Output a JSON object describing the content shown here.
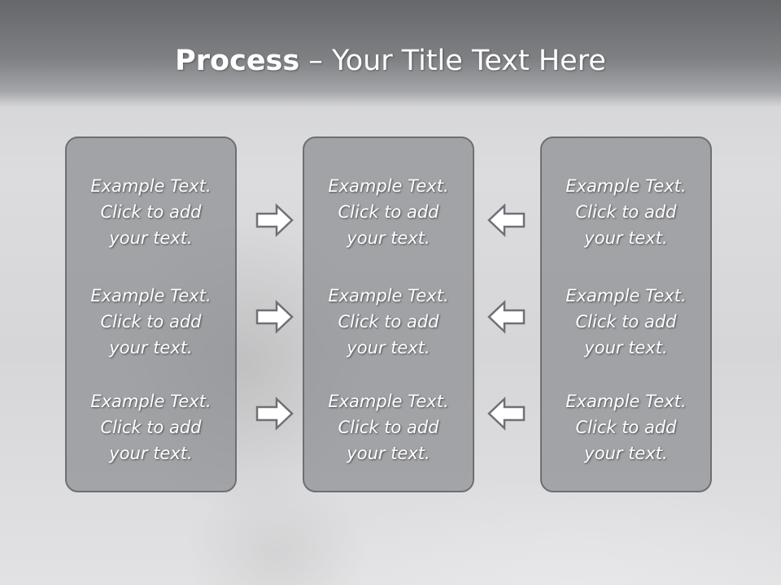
{
  "title": {
    "bold": "Process",
    "rest": " – Your Title Text Here"
  },
  "columns": [
    {
      "items": [
        [
          "Example Text.",
          "Click  to add",
          "your text."
        ],
        [
          "Example Text.",
          "Click  to add",
          "your text."
        ],
        [
          "Example Text.",
          "Click  to add",
          "your text."
        ]
      ]
    },
    {
      "items": [
        [
          "Example Text.",
          "Click  to add",
          "your text."
        ],
        [
          "Example Text.",
          "Click  to add",
          "your text."
        ],
        [
          "Example Text.",
          "Click  to add",
          "your text."
        ]
      ]
    },
    {
      "items": [
        [
          "Example Text.",
          "Click  to add",
          "your text."
        ],
        [
          "Example Text.",
          "Click  to add",
          "your text."
        ],
        [
          "Example Text.",
          "Click  to add",
          "your text."
        ]
      ]
    }
  ],
  "arrows": {
    "left_group": {
      "direction": "right",
      "icon": "arrow-right-icon"
    },
    "right_group": {
      "direction": "left",
      "icon": "arrow-left-icon"
    }
  },
  "colors": {
    "box_fill": "#8c8d91",
    "box_border": "#6e6f73",
    "title_bar": "#7a7b7e",
    "text": "#ffffff"
  }
}
